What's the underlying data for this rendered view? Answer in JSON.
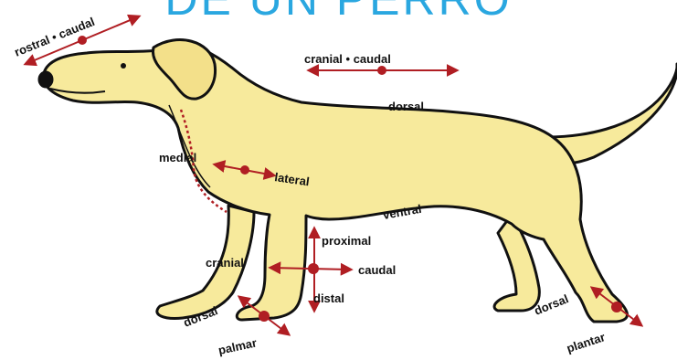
{
  "title": "DE UN PERRO",
  "colors": {
    "body": "#f7ea9c",
    "outline": "#111111",
    "marker": "#b01e23",
    "title": "#2aa7e0"
  },
  "labels": {
    "rostral_caudal": "rostral • caudal",
    "cranial_caudal_top": "cranial • caudal",
    "dorsal": "dorsal",
    "medial": "medial",
    "lateral": "lateral",
    "ventral": "ventral",
    "proximal": "proximal",
    "cranial": "cranial",
    "caudal": "caudal",
    "distal": "distal",
    "dorsal_front": "dorsal",
    "palmar": "palmar",
    "dorsal_hind": "dorsal",
    "plantar": "plantar"
  }
}
